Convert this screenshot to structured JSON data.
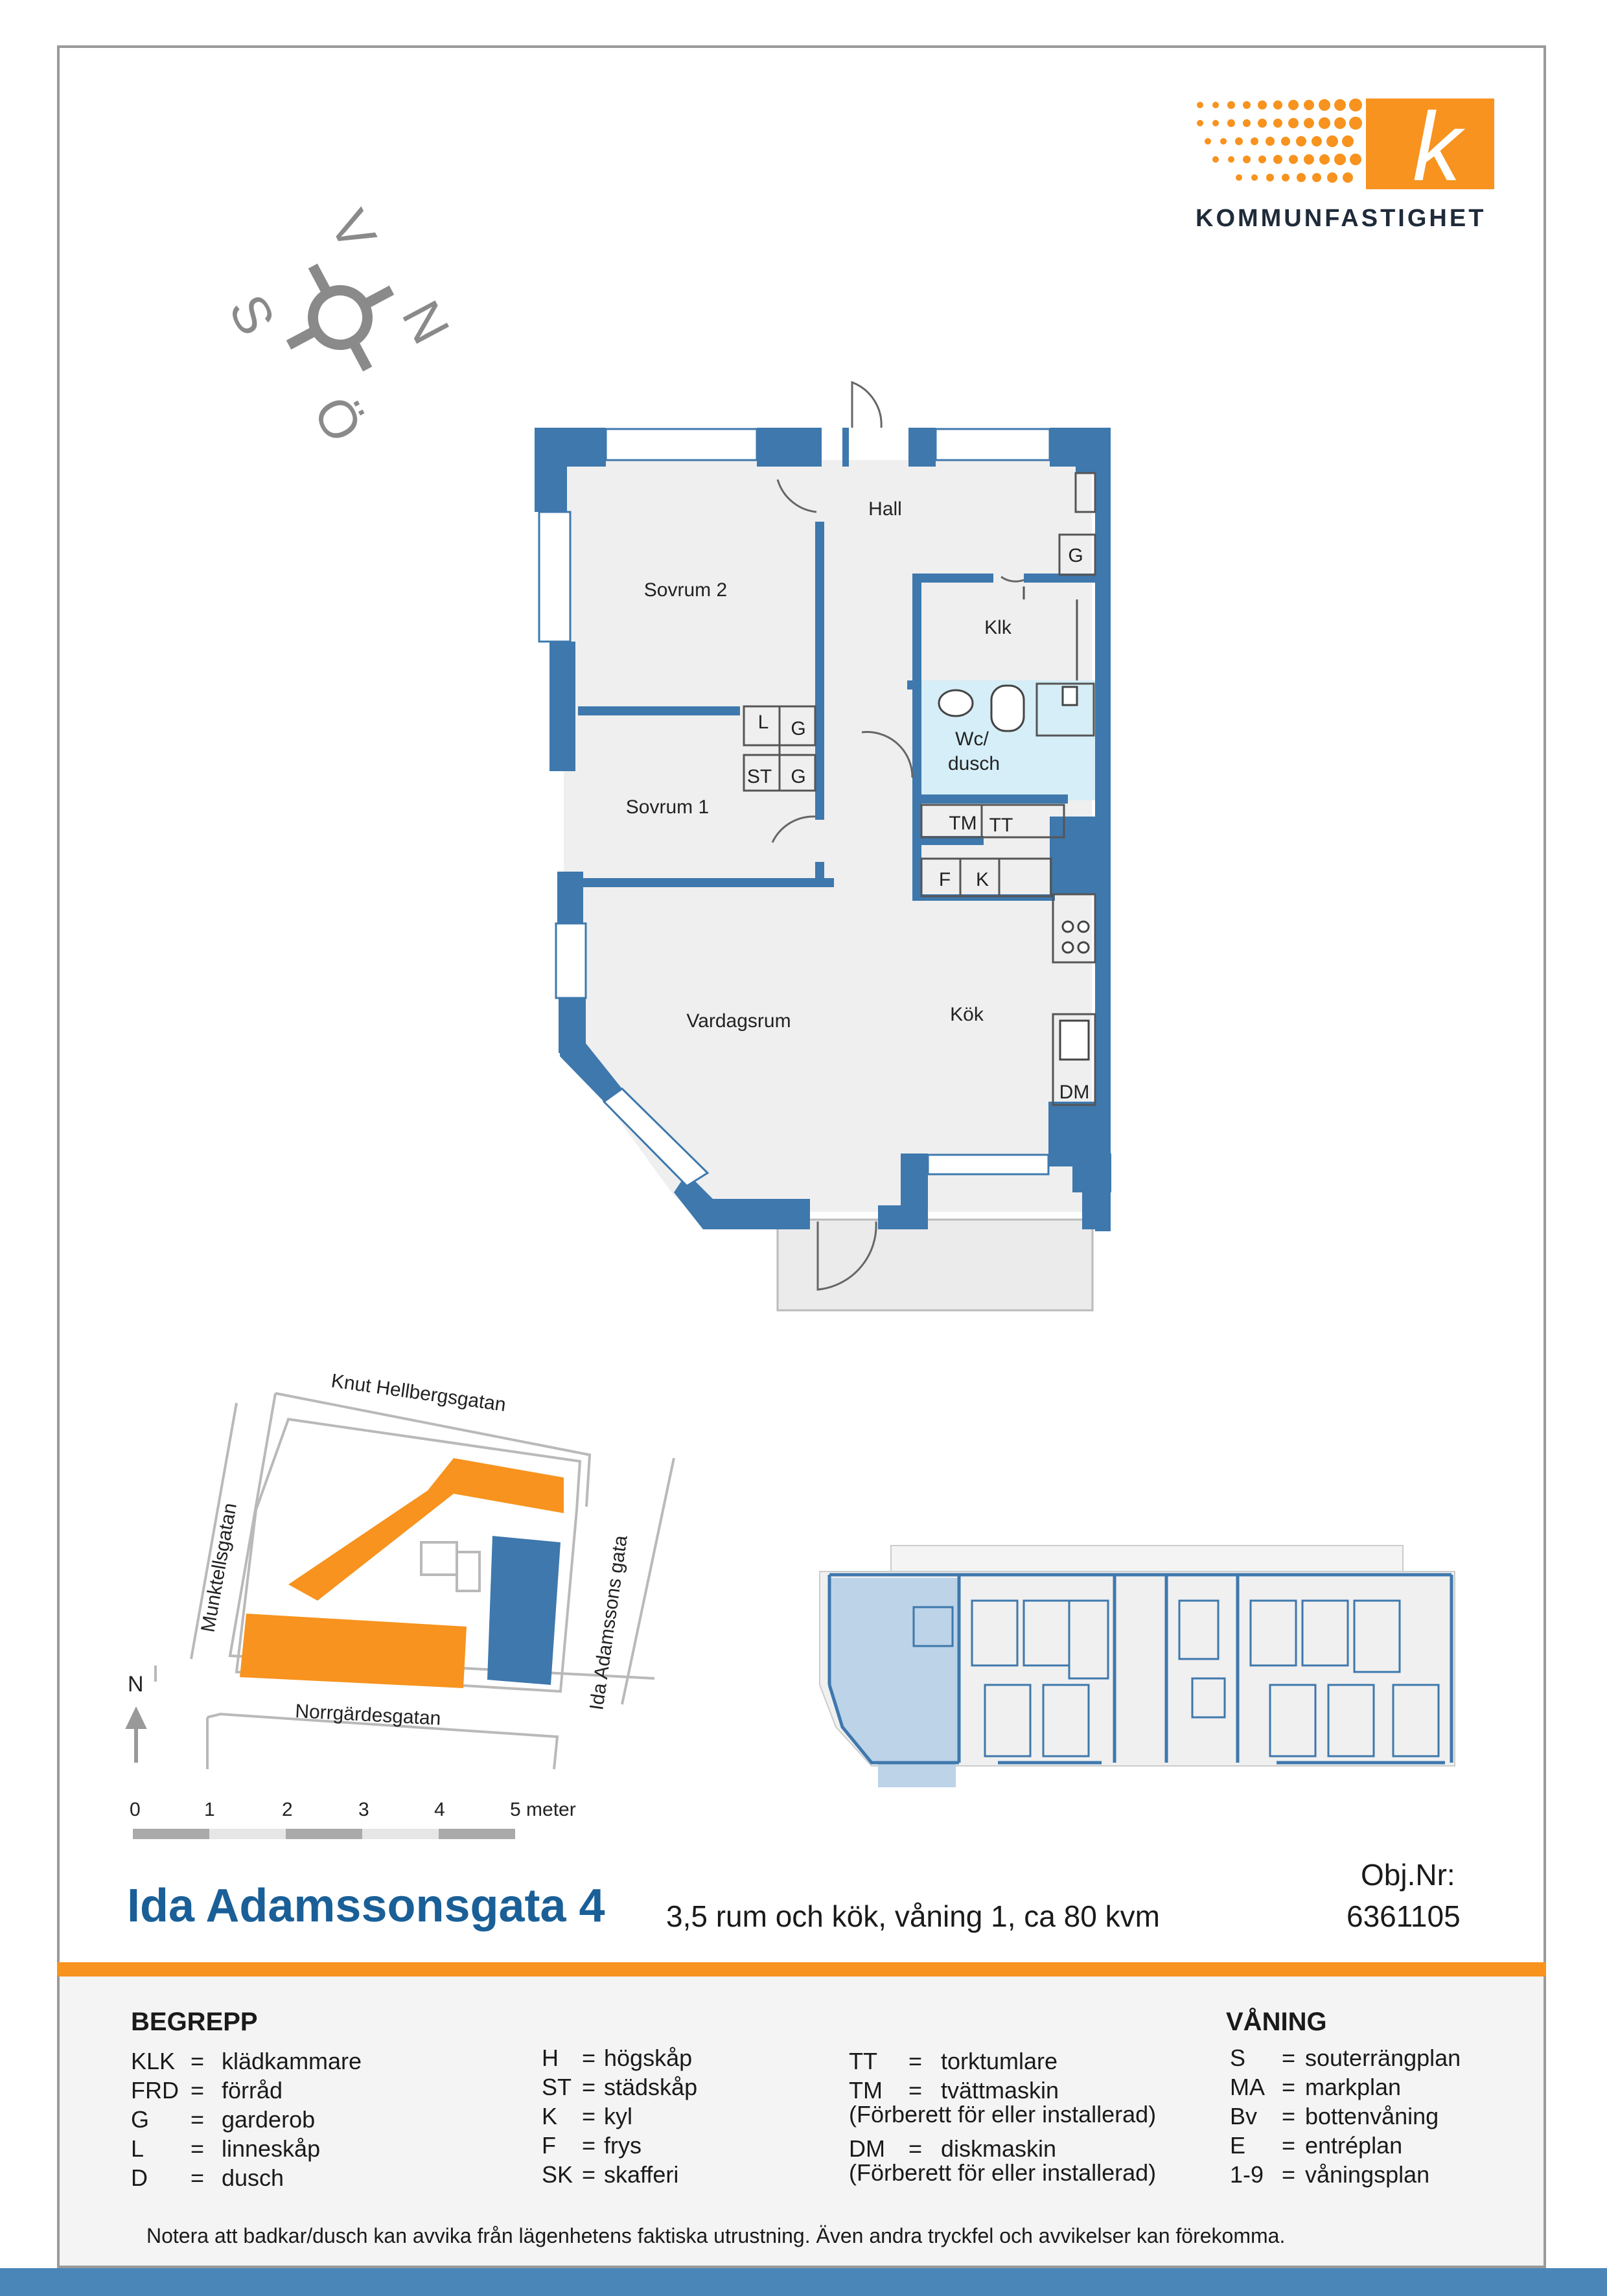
{
  "brand": {
    "name": "KOMMUNFASTIGHET",
    "logo_letter": "k"
  },
  "compass": {
    "north": "N",
    "south": "S",
    "east": "Ö",
    "west": "V"
  },
  "rooms": {
    "hall": "Hall",
    "sovrum2": "Sovrum 2",
    "sovrum1": "Sovrum 1",
    "klk": "Klk",
    "wc": "Wc/",
    "wc2": "dusch",
    "vardagsrum": "Vardagsrum",
    "kok": "Kök",
    "g1": "G",
    "g2": "G",
    "g3": "G",
    "l": "L",
    "st": "ST",
    "tm": "TM",
    "tt": "TT",
    "f": "F",
    "k": "K",
    "dm": "DM"
  },
  "site_map": {
    "street_north": "Knut Hellbergsgatan",
    "street_west": "Munktellsgatan",
    "street_east": "Ida Adamssons gata",
    "street_south": "Norrgärdesgatan",
    "north": "N"
  },
  "scale": {
    "labels": [
      "0",
      "1",
      "2",
      "3",
      "4"
    ],
    "last": "5 meter"
  },
  "title": "Ida Adamssonsgata 4",
  "subtitle": "3,5 rum och kök, våning 1, ca 80  kvm",
  "obj_label": "Obj.Nr:",
  "obj_number": "6361105",
  "legend": {
    "begrepp_title": "BEGREPP",
    "vaning_title": "VÅNING",
    "col1": [
      {
        "abbr": "KLK",
        "eq": "=",
        "text": "klädkammare"
      },
      {
        "abbr": "FRD",
        "eq": "=",
        "text": "förråd"
      },
      {
        "abbr": "G",
        "eq": "=",
        "text": "garderob"
      },
      {
        "abbr": "L",
        "eq": "=",
        "text": "linneskåp"
      },
      {
        "abbr": "D",
        "eq": "=",
        "text": "dusch"
      }
    ],
    "col2": [
      {
        "abbr": "H",
        "eq": "=",
        "text": "högskåp"
      },
      {
        "abbr": "ST",
        "eq": "=",
        "text": "städskåp"
      },
      {
        "abbr": "K",
        "eq": "=",
        "text": "kyl"
      },
      {
        "abbr": "F",
        "eq": "=",
        "text": "frys"
      },
      {
        "abbr": "SK",
        "eq": "=",
        "text": "skafferi"
      }
    ],
    "col3": [
      {
        "abbr": "TT",
        "eq": "=",
        "text": "torktumlare"
      },
      {
        "abbr": "TM",
        "eq": "=",
        "text": "tvättmaskin"
      },
      {
        "abbr": "",
        "eq": "",
        "text": "(Förberett för eller installerad)"
      },
      {
        "abbr": "DM",
        "eq": "=",
        "text": "diskmaskin"
      },
      {
        "abbr": "",
        "eq": "",
        "text": "(Förberett för eller installerad)"
      }
    ],
    "col4": [
      {
        "abbr": "S",
        "eq": "=",
        "text": "souterrängplan"
      },
      {
        "abbr": "MA",
        "eq": "=",
        "text": "markplan"
      },
      {
        "abbr": "Bv",
        "eq": "=",
        "text": "bottenvåning"
      },
      {
        "abbr": "E",
        "eq": "=",
        "text": "entréplan"
      },
      {
        "abbr": "1-9",
        "eq": "=",
        "text": "våningsplan"
      }
    ]
  },
  "note": "Notera att badkar/dusch kan avvika från lägenhetens faktiska utrustning. Även andra tryckfel och avvikelser kan förekomma.",
  "colors": {
    "wall": "#3e78ad",
    "floor": "#efefef",
    "wet": "#d5eef7",
    "orange": "#f7931e",
    "title_blue": "#1a5f97"
  }
}
